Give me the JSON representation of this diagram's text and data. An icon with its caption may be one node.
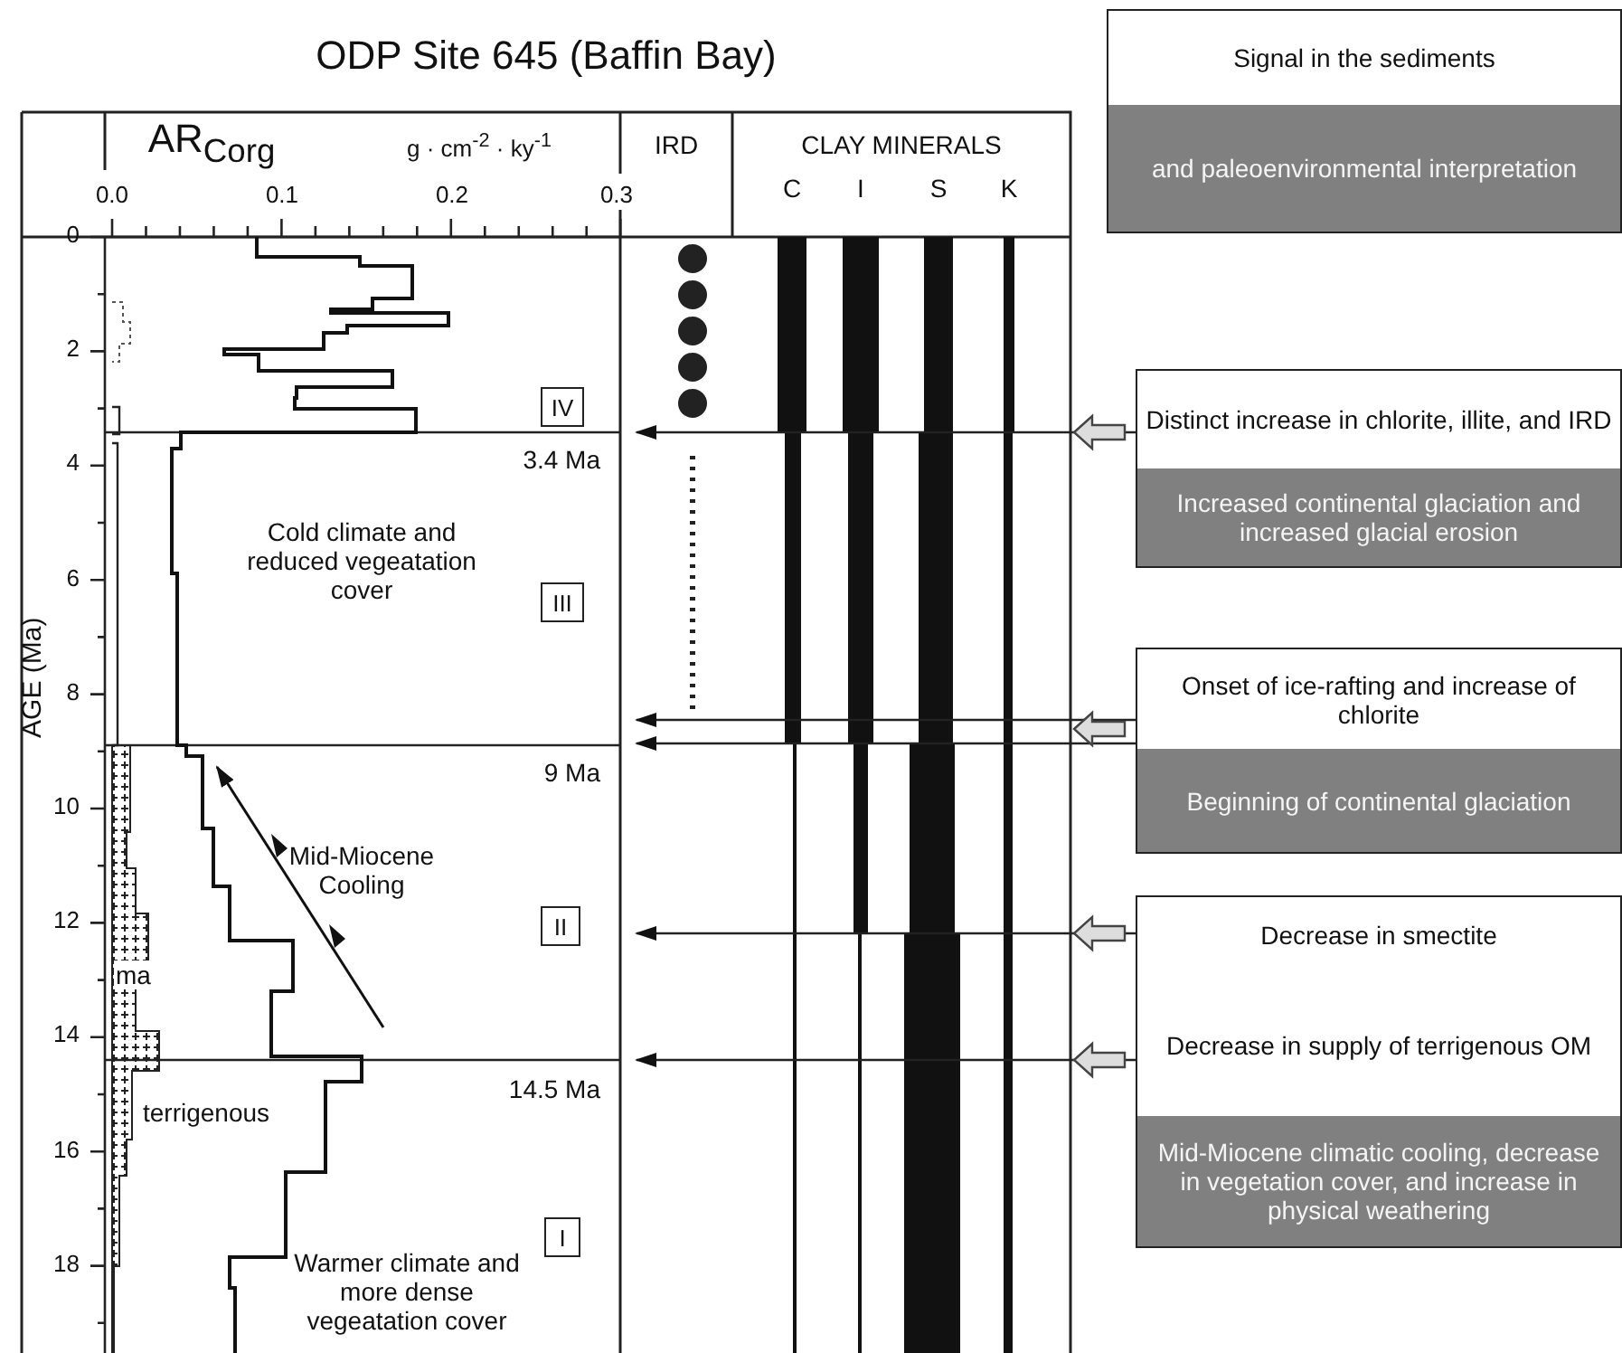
{
  "diagram": {
    "title": "ODP Site 645 (Baffin Bay)",
    "nodes": [
      {
        "text": [
          "Signal in the sediments",
          "and paleoenvironmental interpretation"
        ]
      },
      {
        "text": [
          "Distinct increase in chlorite, illite, and IRD",
          "Increased continental glaciation and increased glacial erosion"
        ]
      },
      {
        "text": [
          "Onset of ice-rafting and increase of chlorite",
          "Beginning of continental glaciation"
        ]
      },
      {
        "text": [
          "Decrease in smectite",
          "Decrease in supply of terrigenous OM",
          "Mid-Miocene climatic cooling, decrease in vegetation cover, and increase in physical weathering"
        ]
      },
      {
        "text": [
          "IV"
        ]
      },
      {
        "text": [
          "III"
        ]
      },
      {
        "text": [
          "II"
        ]
      },
      {
        "text": [
          "I"
        ]
      }
    ],
    "edges": [
      {
        "from": 1,
        "to": null,
        "arrow": "to"
      },
      {
        "from": 2,
        "to": null,
        "arrow": "to"
      },
      {
        "from": 2,
        "to": null,
        "arrow": "to"
      },
      {
        "from": 3,
        "to": null,
        "arrow": "to"
      },
      {
        "from": 3,
        "to": null,
        "arrow": "to"
      }
    ],
    "labels": [
      "AR$_{Corg}$",
      "g · cm$^{-2}$ · ky$^{-1}$",
      "IRD",
      "CLAY MINERALS",
      "0.0",
      "0.1",
      "0.2",
      "0.3",
      "C",
      "I",
      "S",
      "K",
      "0",
      "2",
      "4",
      "6",
      "8",
      "10",
      "12",
      "14",
      "16",
      "18",
      "AGE (Ma)",
      "3.4 Ma",
      "Cold climate and reduced vegeatation cover",
      "9 Ma",
      "Mid-Miocene Cooling",
      "ma",
      "14.5 Ma",
      "terrigenous",
      "Warmer climate and more dense vegeatation cover"
    ]
  }
}
